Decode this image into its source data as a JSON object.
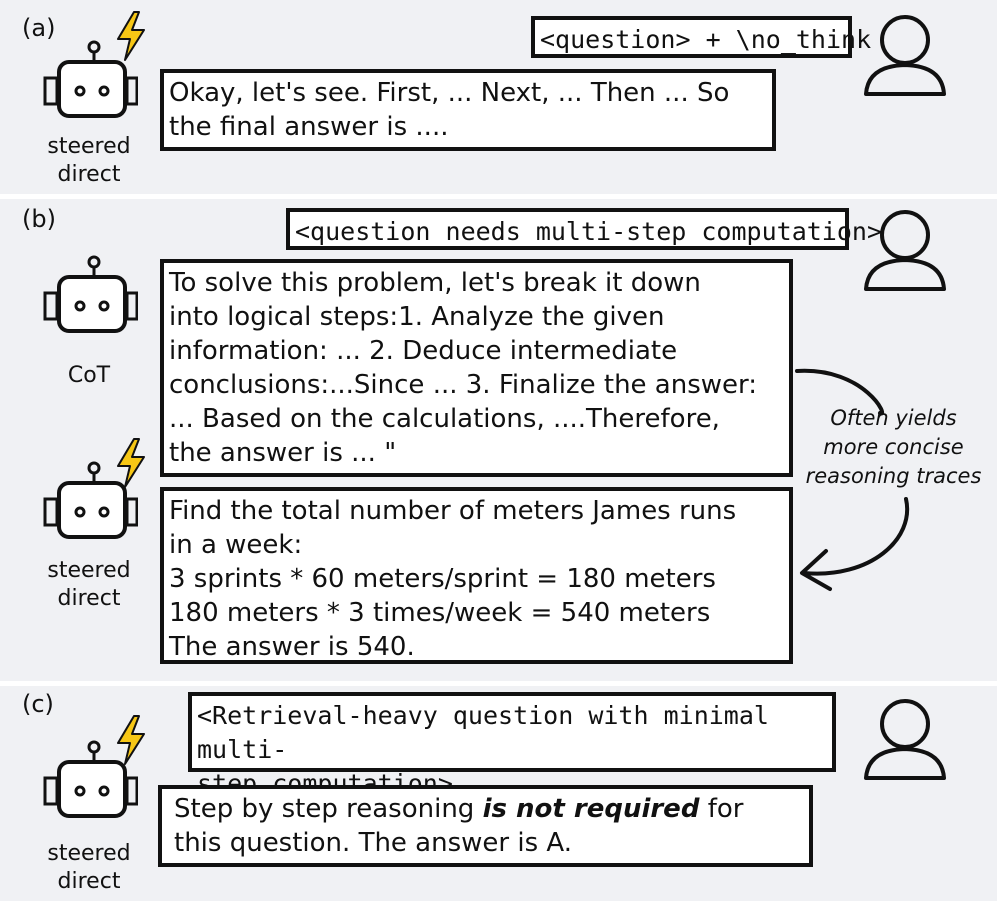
{
  "panels": {
    "a": {
      "label": "(a)",
      "user_prompt": "<question> + \\no_think",
      "robot_label_1": "steered",
      "robot_label_2": "direct",
      "response": "Okay, let's see. First, ... Next, ... Then ... So\nthe final answer is ...."
    },
    "b": {
      "label": "(b)",
      "user_prompt": "<question needs multi-step computation>",
      "cot_label": "CoT",
      "cot_response": "To solve this problem, let's break it down\ninto logical steps:1. Analyze the given\ninformation: ... 2. Deduce intermediate\nconclusions:...Since ... 3. Finalize the answer:\n... Based on the calculations, ....Therefore,\nthe answer is ... \"",
      "steered_label_1": "steered",
      "steered_label_2": "direct",
      "steered_response": "Find the total number of meters James runs\nin a week:\n3 sprints * 60 meters/sprint = 180 meters\n180 meters * 3 times/week = 540 meters\nThe answer is 540.",
      "arrow_caption": "Often yields\nmore concise\nreasoning traces"
    },
    "c": {
      "label": "(c)",
      "user_prompt": "<Retrieval-heavy question with minimal multi-\nstep computation>",
      "robot_label_1": "steered",
      "robot_label_2": "direct",
      "response_pre": "Step by step reasoning ",
      "response_emph": "is not required",
      "response_post": " for\nthis question. The answer is A."
    }
  },
  "colors": {
    "panel_bg": "#f0f1f4",
    "lightning": "#f7c715",
    "stroke": "#111111"
  }
}
